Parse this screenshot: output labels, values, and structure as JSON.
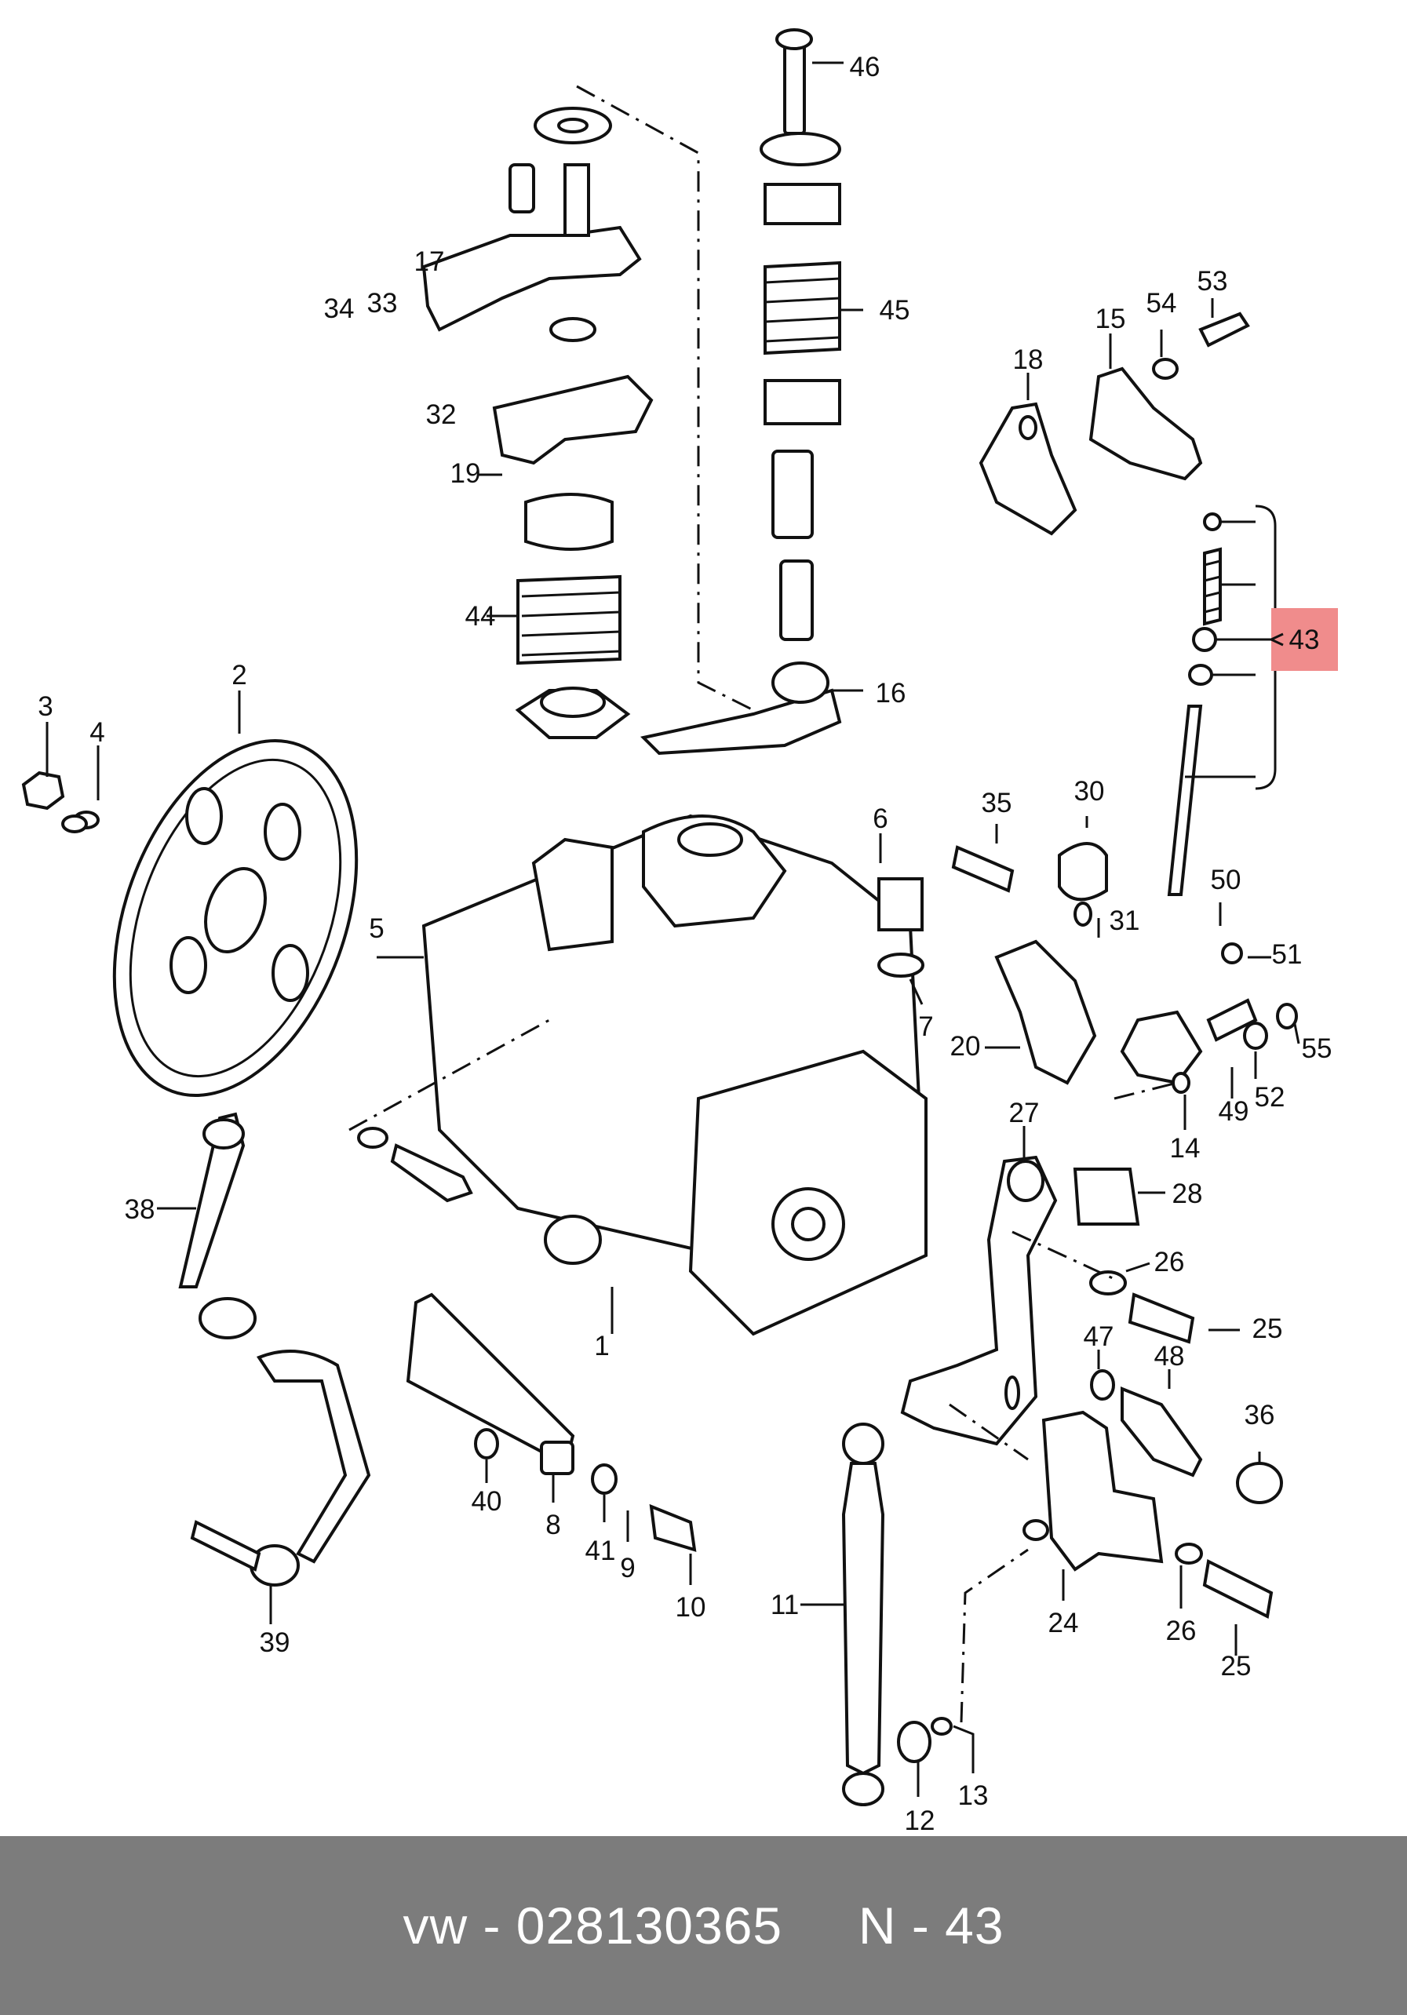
{
  "diagram": {
    "callouts": [
      "1",
      "2",
      "3",
      "4",
      "5",
      "6",
      "7",
      "8",
      "9",
      "10",
      "11",
      "12",
      "13",
      "14",
      "15",
      "16",
      "17",
      "18",
      "19",
      "20",
      "24",
      "25",
      "26",
      "27",
      "28",
      "30",
      "31",
      "32",
      "33",
      "34",
      "35",
      "36",
      "38",
      "39",
      "40",
      "41",
      "43",
      "44",
      "45",
      "46",
      "47",
      "48",
      "49",
      "50",
      "51",
      "52",
      "53",
      "54",
      "55"
    ],
    "highlighted_part": "43",
    "highlight_color": "#f08c8c"
  },
  "footer": {
    "brand": "vw",
    "separator": " - ",
    "part_number": "028130365",
    "position_label": "N - 43",
    "background": "#7c7c7c",
    "text_color": "#ffffff"
  }
}
